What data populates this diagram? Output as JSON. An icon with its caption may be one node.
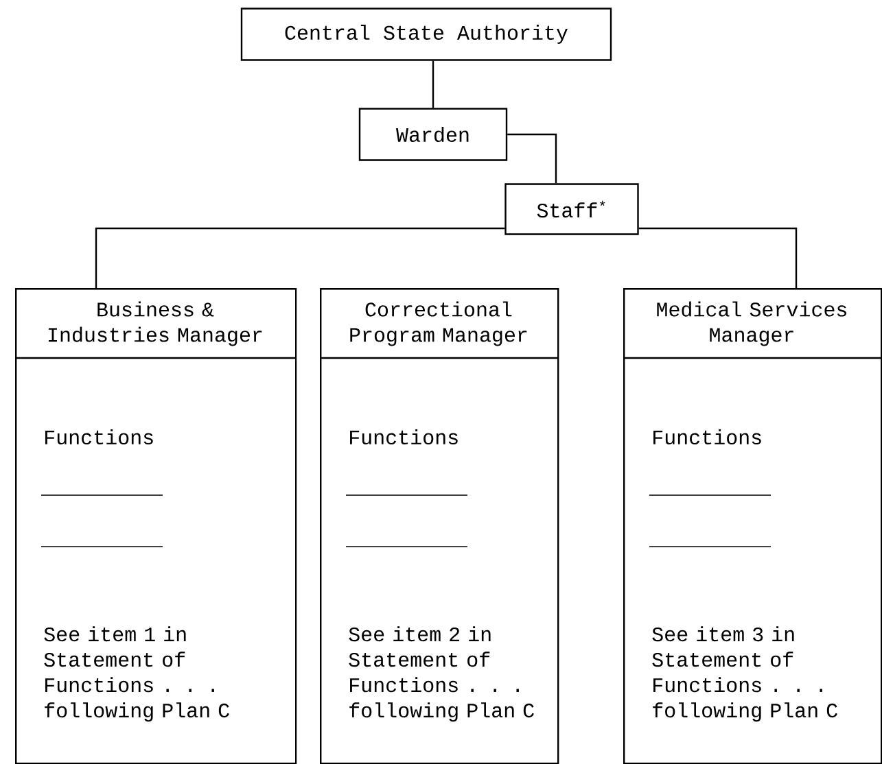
{
  "diagram": {
    "nodes": [
      {
        "text": [
          "Central State Authority"
        ]
      },
      {
        "text": [
          "Warden"
        ]
      },
      {
        "text": [
          "Staff$^{*}$"
        ]
      },
      {
        "text": [
          "Business & Industries Manager",
          "Functions",
          "See item 1 in Statement of Functions . . . following Plan C"
        ]
      },
      {
        "text": [
          "Correctional Program Manager",
          "Functions",
          "See item 2 in Statement of Functions . . . following Plan C"
        ]
      },
      {
        "text": [
          "Medical Services Manager",
          "Functions",
          "See item 3 in Statement of Functions . . . following Plan C"
        ]
      }
    ],
    "edges": [
      {
        "from": 0,
        "to": 1,
        "arrow": "none"
      },
      {
        "from": 1,
        "to": 2,
        "arrow": "none"
      },
      {
        "from": 2,
        "to": 3,
        "arrow": "none"
      },
      {
        "from": 2,
        "to": 5,
        "arrow": "none"
      }
    ]
  }
}
